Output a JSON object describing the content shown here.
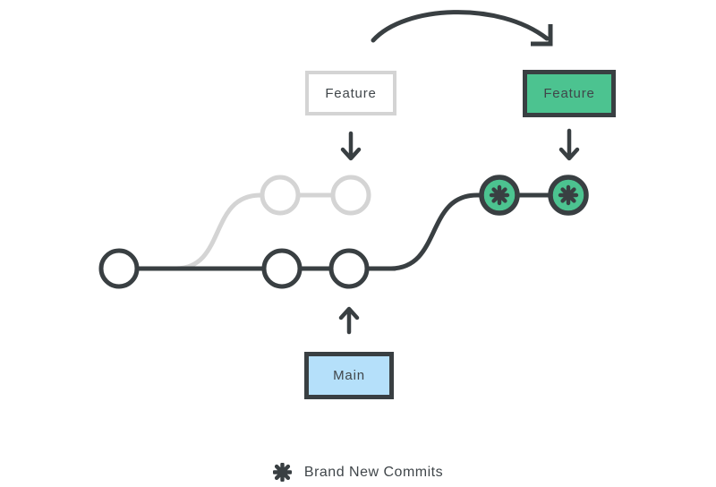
{
  "colors": {
    "dark": "#393f42",
    "green": "#4cc390",
    "light_blue": "#b5e0fa",
    "light_gray": "#d4d4d4",
    "text": "#40464a"
  },
  "labels": {
    "feature_ghost": "Feature",
    "feature_active": "Feature",
    "main": "Main"
  },
  "legend": {
    "icon": "asterisk-icon",
    "text": "Brand New Commits"
  },
  "graph": {
    "main_branch_commits": 3,
    "old_feature_branch_commits": 2,
    "rebased_new_commits": 2
  }
}
